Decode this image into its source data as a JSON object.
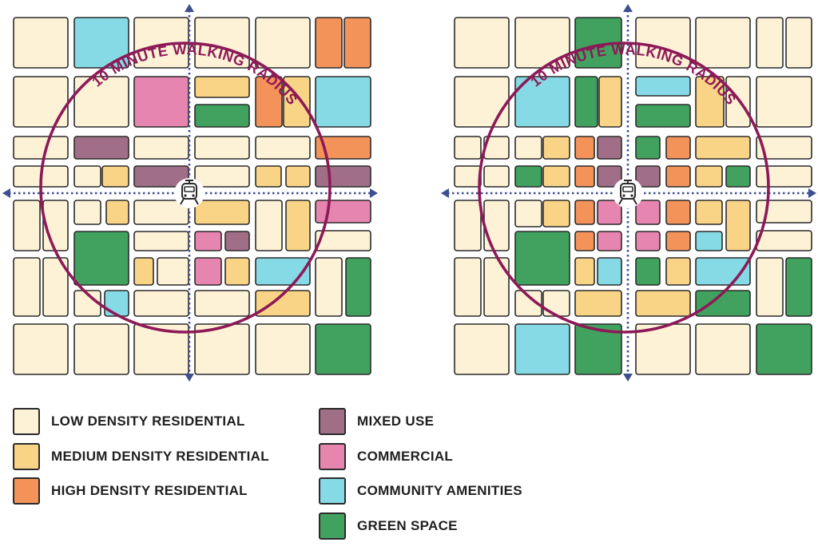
{
  "colors": {
    "low": "#fdf1d6",
    "medium": "#f9d486",
    "high": "#f3935a",
    "mixed": "#a06f87",
    "commercial": "#e685b0",
    "community": "#85dae5",
    "green": "#41a25f",
    "outline": "#2b2b2b",
    "radius": "#8c1a57",
    "axis": "#3d4f8f"
  },
  "diagram": {
    "radius_label": "10 MINUTE WALKING RADIUS",
    "transit_icon": "train-icon"
  },
  "legend": {
    "low": "LOW DENSITY RESIDENTIAL",
    "medium": "MEDIUM DENSITY RESIDENTIAL",
    "high": "HIGH DENSITY RESIDENTIAL",
    "mixed": "MIXED USE",
    "commercial": "COMMERCIAL",
    "community": "COMMUNITY AMENITIES",
    "green": "GREEN SPACE"
  }
}
